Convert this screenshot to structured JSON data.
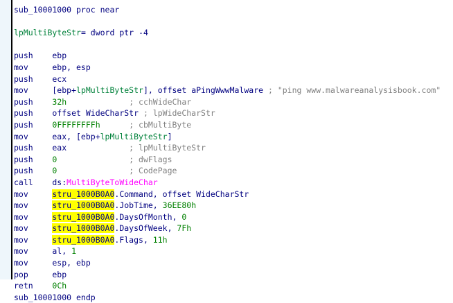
{
  "colors": {
    "navy": "#000080",
    "var": "#00813a",
    "number": "#008000",
    "comment": "#808080",
    "import": "#ff00ff",
    "highlight": "#ffff00"
  },
  "lines": [
    [
      [
        "sub_10001000 proc near",
        "n"
      ]
    ],
    [],
    [
      [
        "lpMultiByteStr",
        "v"
      ],
      [
        "= dword ptr -4",
        "n"
      ]
    ],
    [],
    [
      [
        "push    ebp",
        "n"
      ]
    ],
    [
      [
        "mov     ebp, esp",
        "n"
      ]
    ],
    [
      [
        "push    ecx",
        "n"
      ]
    ],
    [
      [
        "mov     [ebp+",
        "n"
      ],
      [
        "lpMultiByteStr",
        "v"
      ],
      [
        "], offset aPingWwwMalware ",
        "n"
      ],
      [
        "; \"ping www.malwareanalysisbook.com\"",
        "c"
      ]
    ],
    [
      [
        "push    ",
        "n"
      ],
      [
        "32h",
        "num"
      ],
      [
        "             ",
        "n"
      ],
      [
        "; cchWideChar",
        "c"
      ]
    ],
    [
      [
        "push    offset WideCharStr ",
        "n"
      ],
      [
        "; lpWideCharStr",
        "c"
      ]
    ],
    [
      [
        "push    ",
        "n"
      ],
      [
        "0FFFFFFFFh",
        "num"
      ],
      [
        "      ",
        "n"
      ],
      [
        "; cbMultiByte",
        "c"
      ]
    ],
    [
      [
        "mov     eax, [ebp+",
        "n"
      ],
      [
        "lpMultiByteStr",
        "v"
      ],
      [
        "]",
        "n"
      ]
    ],
    [
      [
        "push    eax             ",
        "n"
      ],
      [
        "; lpMultiByteStr",
        "c"
      ]
    ],
    [
      [
        "push    ",
        "n"
      ],
      [
        "0",
        "num"
      ],
      [
        "               ",
        "n"
      ],
      [
        "; dwFlags",
        "c"
      ]
    ],
    [
      [
        "push    ",
        "n"
      ],
      [
        "0",
        "num"
      ],
      [
        "               ",
        "n"
      ],
      [
        "; CodePage",
        "c"
      ]
    ],
    [
      [
        "call    ds:",
        "n"
      ],
      [
        "MultiByteToWideChar",
        "imp"
      ]
    ],
    [
      [
        "mov     ",
        "n"
      ],
      [
        "stru_1000B0A0",
        "hl"
      ],
      [
        ".Command, offset WideCharStr",
        "n"
      ]
    ],
    [
      [
        "mov     ",
        "n"
      ],
      [
        "stru_1000B0A0",
        "hl"
      ],
      [
        ".JobTime, ",
        "n"
      ],
      [
        "36EE80h",
        "num"
      ]
    ],
    [
      [
        "mov     ",
        "n"
      ],
      [
        "stru_1000B0A0",
        "hl"
      ],
      [
        ".DaysOfMonth, ",
        "n"
      ],
      [
        "0",
        "num"
      ]
    ],
    [
      [
        "mov     ",
        "n"
      ],
      [
        "stru_1000B0A0",
        "hl"
      ],
      [
        ".DaysOfWeek, ",
        "n"
      ],
      [
        "7Fh",
        "num"
      ]
    ],
    [
      [
        "mov     ",
        "n"
      ],
      [
        "stru_1000B0A0",
        "hl"
      ],
      [
        ".Flags, ",
        "n"
      ],
      [
        "11h",
        "num"
      ]
    ],
    [
      [
        "mov     al, ",
        "n"
      ],
      [
        "1",
        "num"
      ]
    ],
    [
      [
        "mov     esp, ebp",
        "n"
      ]
    ],
    [
      [
        "pop     ebp",
        "n"
      ]
    ],
    [
      [
        "retn    ",
        "n"
      ],
      [
        "0Ch",
        "num"
      ]
    ],
    [
      [
        "sub_10001000 endp",
        "n"
      ]
    ]
  ]
}
